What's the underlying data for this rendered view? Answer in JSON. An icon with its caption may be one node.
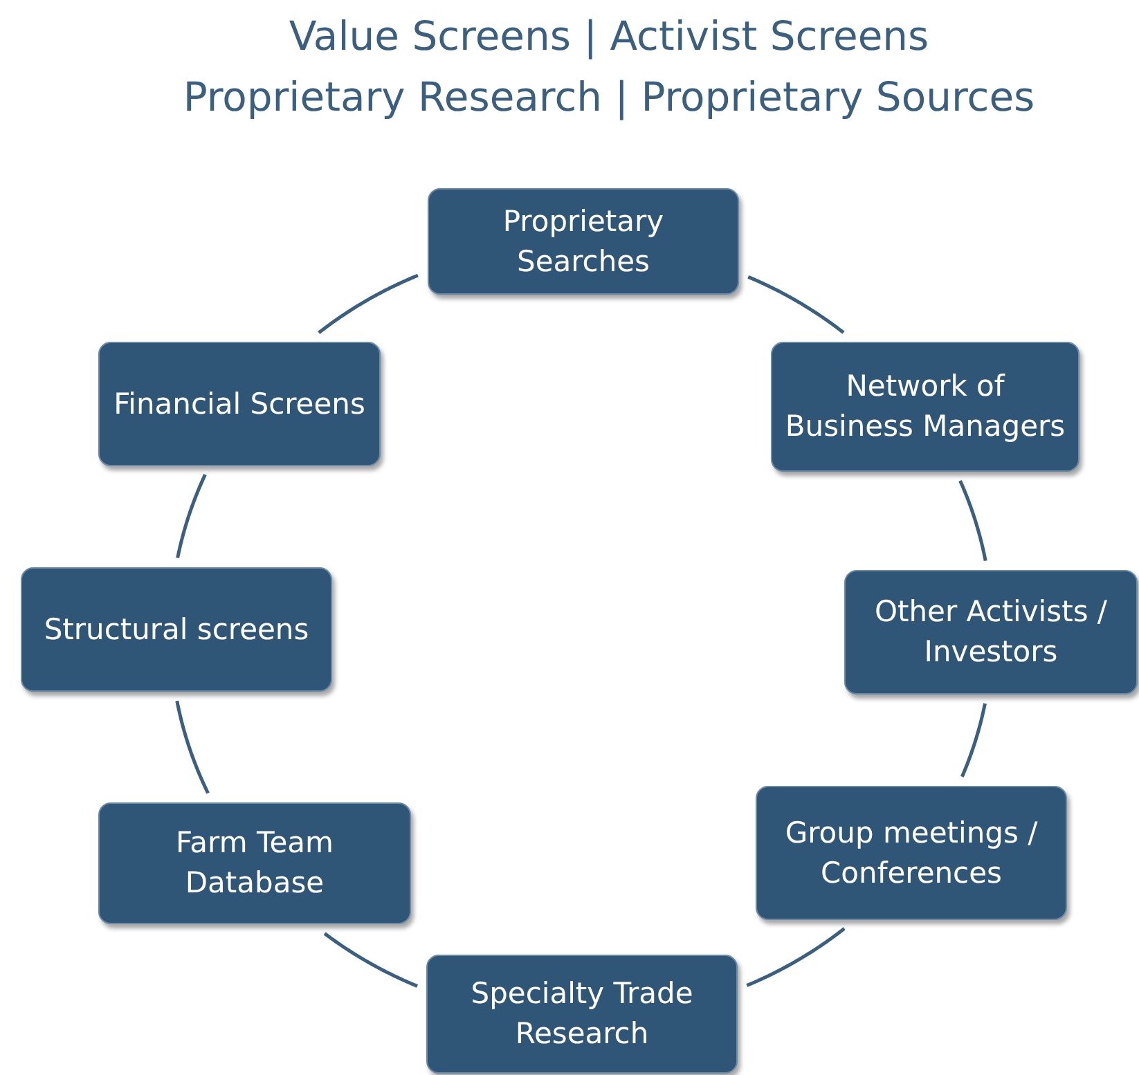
{
  "diagram": {
    "title": "Value Screens | Activist Screens Proprietary Research |  Proprietary Sources",
    "nodes": [
      {
        "text": [
          "Proprietary Searches"
        ]
      },
      {
        "text": [
          "Network of Business Managers"
        ]
      },
      {
        "text": [
          "Other Activists / Investors"
        ]
      },
      {
        "text": [
          "Group meetings / Conferences"
        ]
      },
      {
        "text": [
          "Specialty Trade Research"
        ]
      },
      {
        "text": [
          "Farm Team Database"
        ]
      },
      {
        "text": [
          "Structural screens"
        ]
      },
      {
        "text": [
          "Financial Screens"
        ]
      }
    ],
    "edges": [
      {
        "from": 0,
        "to": 1,
        "arrow": "none"
      },
      {
        "from": 1,
        "to": 2,
        "arrow": "none"
      },
      {
        "from": 2,
        "to": 3,
        "arrow": "none"
      },
      {
        "from": 3,
        "to": 4,
        "arrow": "none"
      },
      {
        "from": 4,
        "to": 5,
        "arrow": "none"
      },
      {
        "from": 5,
        "to": 6,
        "arrow": "none"
      },
      {
        "from": 6,
        "to": 7,
        "arrow": "none"
      },
      {
        "from": 7,
        "to": 0,
        "arrow": "none"
      }
    ]
  }
}
